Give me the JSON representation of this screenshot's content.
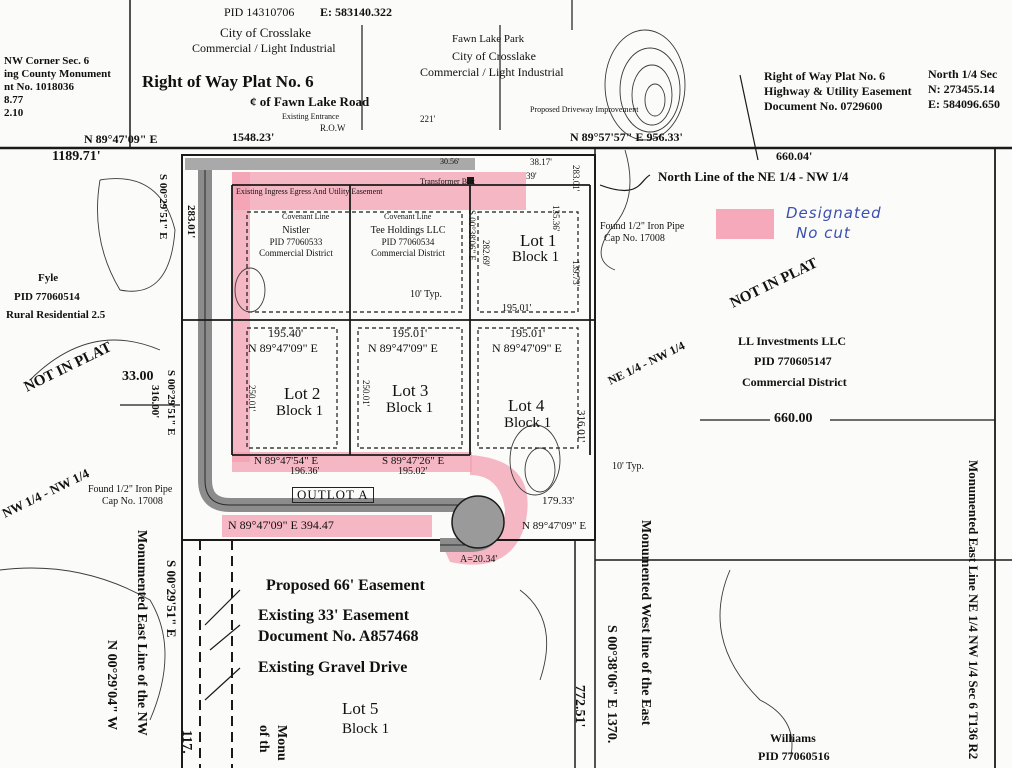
{
  "header": {
    "pid_top": "PID 14310706",
    "east_top": "E: 583140.322",
    "city_crosslake_1": "City of Crosslake",
    "commercial_1": "Commercial / Light Industrial",
    "fawn_lake_park": "Fawn Lake Park",
    "city_crosslake_2": "City of Crosslake",
    "commercial_2": "Commercial / Light Industrial"
  },
  "corners": {
    "nw_corner_1": "NW Corner Sec. 6",
    "nw_corner_2": "ing County Monument",
    "nw_corner_3": "nt No. 1018036",
    "nw_corner_4": "8.77",
    "nw_corner_5": "2.10",
    "north_quarter_1": "North 1/4 Sec",
    "north_quarter_2": "N: 273455.14",
    "north_quarter_3": "E: 584096.650"
  },
  "right_of_way": {
    "plat_label": "Right of Way Plat No. 6",
    "road_label": "¢ of Fawn Lake Road",
    "easement_1": "Right of Way Plat No. 6",
    "easement_2": "Highway & Utility Easement",
    "easement_3": "Document No. 0729600",
    "existing_entrance": "Existing Entrance",
    "row": "R.O.W",
    "dim_221": "221'",
    "proposed_driveway": "Proposed Driveway Improvement"
  },
  "bearings": {
    "north_west": "N 89°47'09\" E",
    "dim_1548": "1548.23'",
    "north_east": "N 89°57'57\" E   956.33'",
    "dim_1189": "1189.71'",
    "dim_660_top": "660.04'",
    "north_line": "North Line of the NE 1/4 - NW 1/4",
    "lot2_top": "N 89°47'09\" E",
    "lot3_top": "N 89°47'09\" E",
    "lot4_top": "N 89°47'09\" E",
    "lot2_bottom": "N 89°47'54\" E",
    "lot3_bottom": "S 89°47'26\" E",
    "outlot_bottom": "N 89°47'09\" E  394.47",
    "east_bottom": "N 89°47'09\" E",
    "west_s1": "S 00°29'51\" E",
    "west_s2": "S 00°29'51\" E",
    "west_s3": "S 00°29'51\" E",
    "far_west": "N 00°29'04\" W",
    "lot_east_1": "S 00°38'06\" E",
    "lot_east_mid": "S 00°38'06\" E  1370.",
    "dim_283": "283.01'",
    "dim_316": "316.00'",
    "dim_33": "33.00",
    "dim_195_40": "195.40'",
    "dim_195_01a": "195.01'",
    "dim_195_01b": "195.01'",
    "dim_195_01c": "195.01'",
    "dim_196_36": "196.36'",
    "dim_195_02": "195.02'",
    "dim_316_b": "316.01'",
    "dim_772": "772.51'",
    "dim_179": "179.33'",
    "dim_660_mid": "660.00",
    "dim_282": "282.69'",
    "dim_283b": "283.01'",
    "dim_250a": "250.01'",
    "dim_250b": "250.01'",
    "dim_135": "135.36'",
    "dim_139": "139.73'",
    "dim_38": "38.17'",
    "dim_39": "39'",
    "dim_30": "30.56'",
    "dim_120": "A=20.34'",
    "dim_117": "117.",
    "ten_typ_1": "10' Typ.",
    "ten_typ_2": "10' Typ."
  },
  "parcels": {
    "fyle_name": "Fyle",
    "fyle_pid": "PID 77060514",
    "fyle_zone": "Rural Residential 2.5",
    "nistler_name": "Nistler",
    "nistler_pid": "PID 77060533",
    "nistler_zone": "Commercial District",
    "tee_name": "Tee Holdings LLC",
    "tee_pid": "PID 77060534",
    "tee_zone": "Commercial District",
    "covenant_1": "Covenant Line",
    "covenant_2": "Covenant Line",
    "easement_note": "Existing Ingress Egress And Utility Easement",
    "transformer": "Transformer Box",
    "ll_name": "LL Investments LLC",
    "ll_pid": "PID 770605147",
    "ll_zone": "Commercial District",
    "williams_name": "Williams",
    "williams_pid": "PID 77060516"
  },
  "lots": {
    "lot1": "Lot 1",
    "block1_a": "Block 1",
    "lot2": "Lot 2",
    "block1_b": "Block 1",
    "lot3": "Lot 3",
    "block1_c": "Block 1",
    "lot4": "Lot 4",
    "block1_d": "Block 1",
    "lot5": "Lot 5",
    "block1_e": "Block 1",
    "outlot": "OUTLOT A"
  },
  "notes": {
    "not_in_plat_1": "NOT IN PLAT",
    "not_in_plat_2": "NOT IN PLAT",
    "ne_nw_1": "NE 1/4  -  NW 1/4",
    "nw_nw": "NW 1/4 - NW 1/4",
    "found_pipe_1": "Found 1/2\" Iron Pipe",
    "found_pipe_1b": "Cap No. 17008",
    "found_pipe_2": "Found 1/2\" Iron Pipe",
    "found_pipe_2b": "Cap No. 17008",
    "proposed_66": "Proposed 66' Easement",
    "existing_33": "Existing 33' Easement",
    "doc_no": "Document No. A857468",
    "gravel_drive": "Existing Gravel Drive",
    "monumented_east_nw": "Monumented East Line of the NW",
    "monumented_west_east": "Monumented West line of the East",
    "monumented_east_ne": "Monumented East Line NE 1/4 NW 1/4 Sec 6 T136 R2",
    "monu_partial_1": "Monu",
    "monu_partial_2": "of th"
  },
  "legend": {
    "no_cut_1": "Designated",
    "no_cut_2": "No cut",
    "swatch_color": "#f4a4b4"
  },
  "colors": {
    "pink": "#f4a0b2",
    "road_gray": "#9a9a9a",
    "line": "#1a1a1a"
  }
}
